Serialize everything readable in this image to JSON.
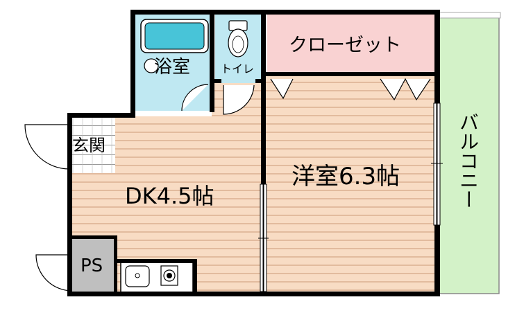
{
  "floor_plan": {
    "rooms": {
      "bathroom": "浴室",
      "toilet": "トイレ",
      "closet": "クローゼット",
      "entrance": "玄関",
      "dining_kitchen": "DK4.5帖",
      "western_room": "洋室6.3帖",
      "pipe_space": "PS",
      "balcony": "バルコニー"
    },
    "colors": {
      "wall": "#000000",
      "floor": "#f8dcc4",
      "floor_stripe": "#cc9a77",
      "bathroom": "#bfe8f2",
      "closet": "#f9d2d2",
      "balcony": "#d3f2c8",
      "pipe_space": "#bfbfbf",
      "entrance": "#ffffff",
      "tub": "#48c4d8"
    }
  }
}
